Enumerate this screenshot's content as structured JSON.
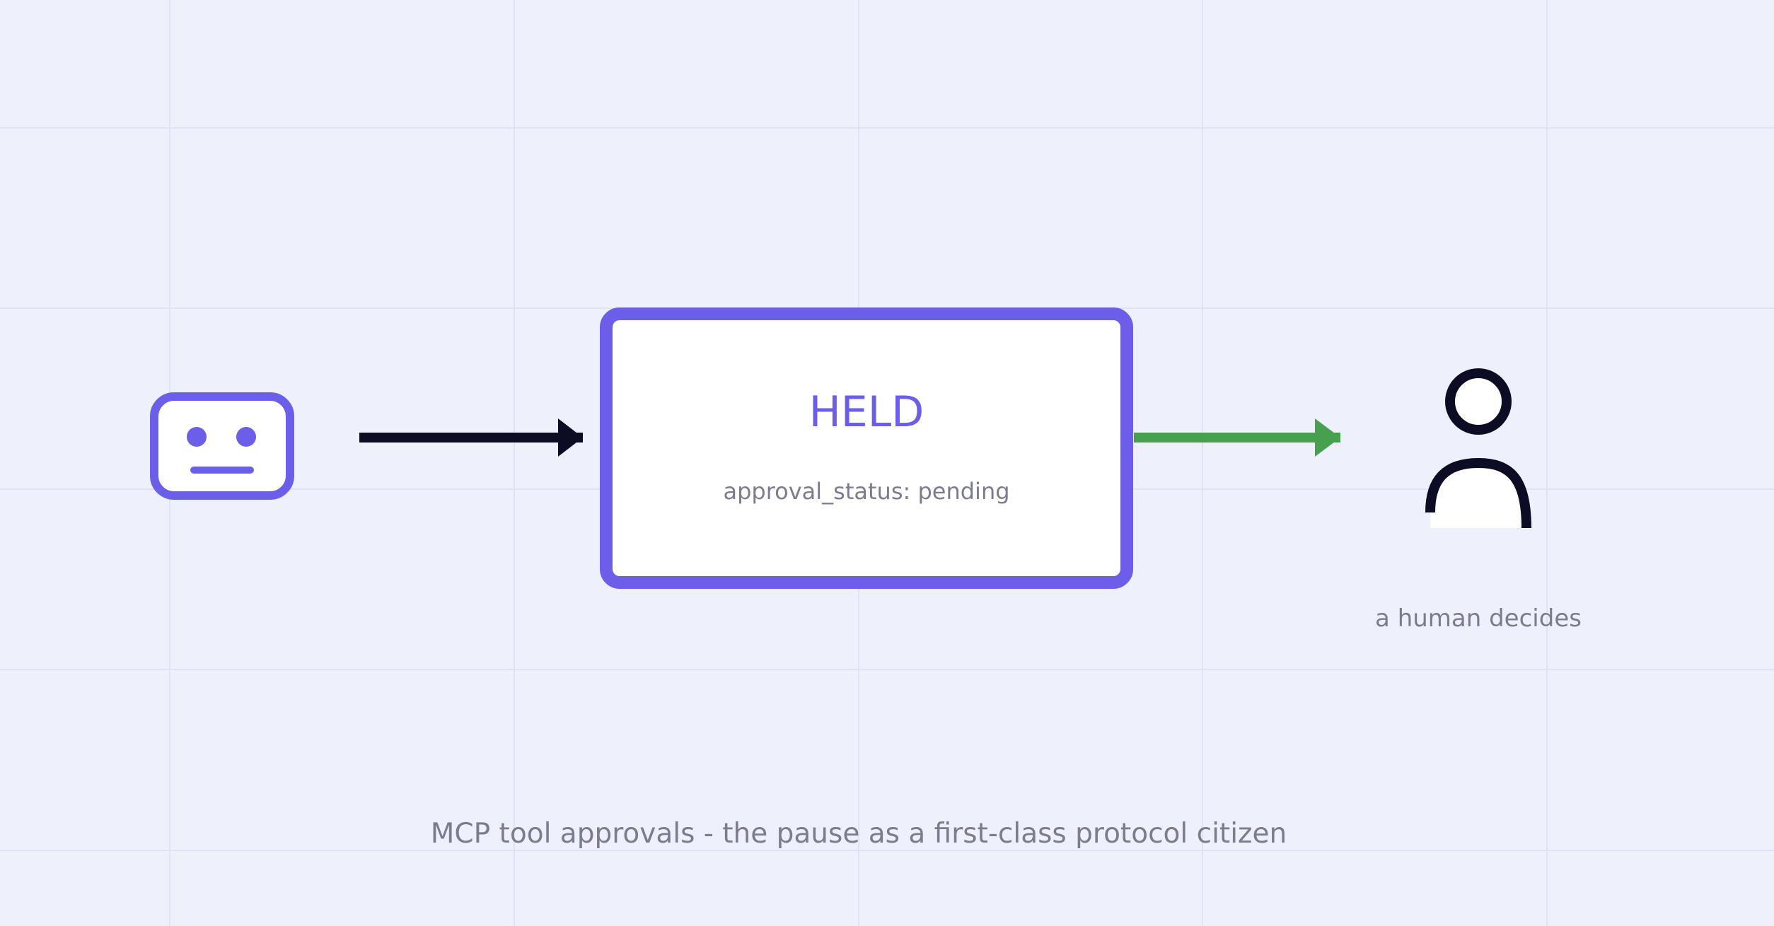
{
  "diagram": {
    "agent": {
      "icon": "robot-face-icon"
    },
    "held_box": {
      "title": "HELD",
      "status": "approval_status: pending"
    },
    "human": {
      "icon": "person-icon",
      "label": "a human decides"
    },
    "arrows": {
      "incoming": {
        "icon": "arrow-right-icon"
      },
      "outgoing": {
        "icon": "arrow-right-icon"
      }
    },
    "caption": "MCP tool approvals - the pause as a first-class protocol citizen"
  },
  "colors": {
    "background": "#eef0fc",
    "grid_line": "#e0e2f5",
    "accent": "#6b5ee8",
    "dark": "#0c0c24",
    "green": "#46a04e",
    "muted_text": "#7c7c8e"
  }
}
